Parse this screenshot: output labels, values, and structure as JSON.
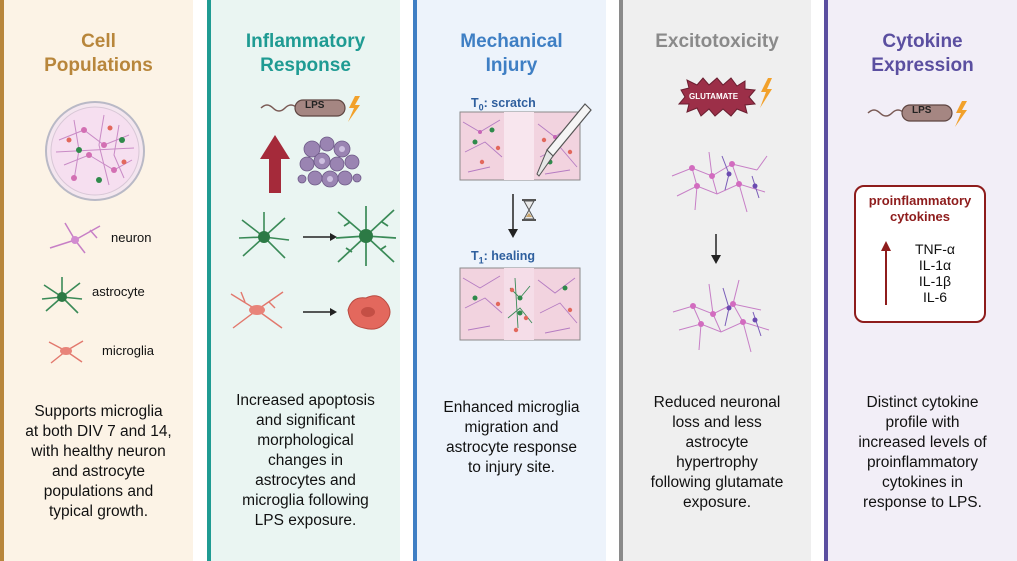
{
  "panels": [
    {
      "title_line1": "Cell",
      "title_line2": "Populations",
      "legend": {
        "neuron": "neuron",
        "astrocyte": "astrocyte",
        "microglia": "microglia"
      },
      "desc": [
        "Supports microglia",
        "at both DIV 7 and 14,",
        "with healthy neuron",
        "and astrocyte",
        "populations and",
        "typical growth."
      ]
    },
    {
      "title_line1": "Inflammatory",
      "title_line2": "Response",
      "lps": "LPS",
      "desc": [
        "Increased apoptosis",
        "and significant",
        "morphological",
        "changes in",
        "astrocytes and",
        "microglia following",
        "LPS exposure."
      ]
    },
    {
      "title_line1": "Mechanical",
      "title_line2": "Injury",
      "t0_label": "T",
      "t0_sub": "0",
      "t0_rest": ": scratch",
      "t1_label": "T",
      "t1_sub": "1",
      "t1_rest": ": healing",
      "desc": [
        "Enhanced microglia",
        "migration and",
        "astrocyte response",
        "to injury site."
      ]
    },
    {
      "title_line1": "Excitotoxicity",
      "title_line2": "",
      "glutamate": "GLUTAMATE",
      "desc": [
        "Reduced neuronal",
        "loss and less",
        "astrocyte",
        "hypertrophy",
        "following glutamate",
        "exposure."
      ]
    },
    {
      "title_line1": "Cytokine",
      "title_line2": "Expression",
      "lps": "LPS",
      "box_title_line1": "proinflammatory",
      "box_title_line2": "cytokines",
      "cytokines": [
        "TNF-α",
        "IL-1α",
        "IL-1β",
        "IL-6"
      ],
      "desc": [
        "Distinct cytokine",
        "profile with",
        "increased levels of",
        "proinflammatory",
        "cytokines in",
        "response to LPS."
      ]
    }
  ],
  "colors": {
    "panel1_bg": "#fcf3e6",
    "panel1_accent": "#b8863b",
    "panel2_bg": "#eaf5f2",
    "panel2_accent": "#1f9b93",
    "panel3_bg": "#edf3fb",
    "panel3_accent": "#3f7fc4",
    "panel4_bg": "#efefef",
    "panel4_accent": "#8a8a8a",
    "panel5_bg": "#f2eef7",
    "panel5_accent": "#5b4fa0",
    "cytokine_box": "#8e1c1c"
  }
}
